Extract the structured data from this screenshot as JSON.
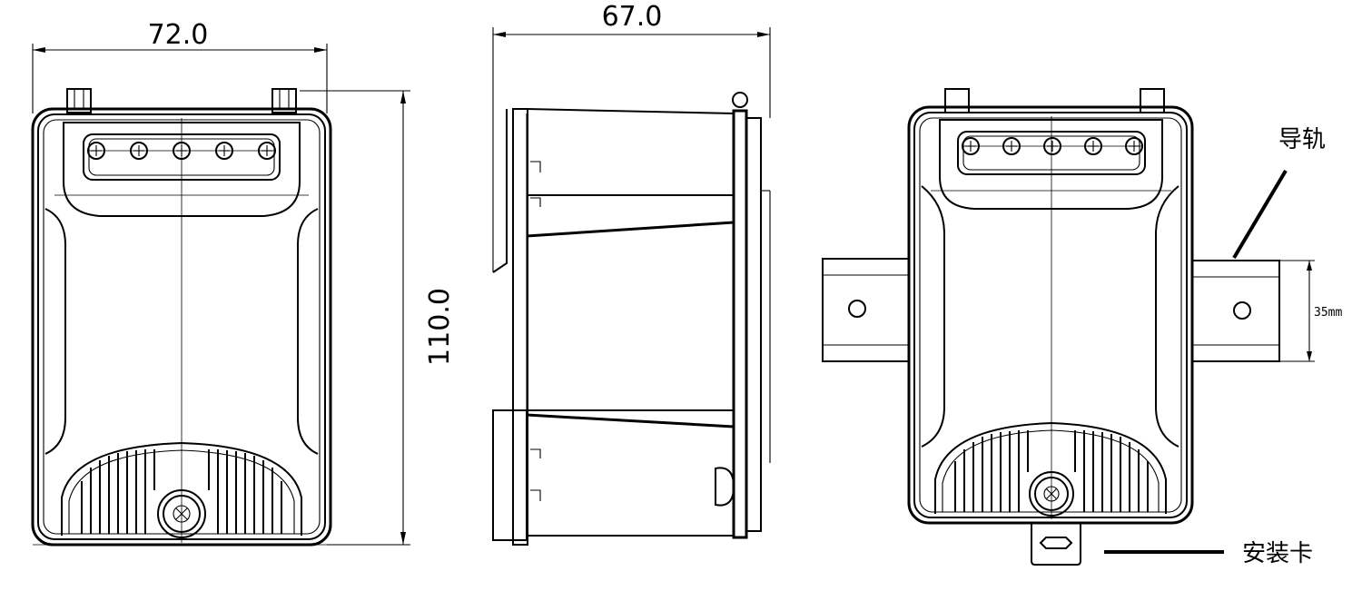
{
  "front_view": {
    "width_dimension": "72.0",
    "height_dimension": "110.0"
  },
  "side_view": {
    "depth_dimension": "67.0"
  },
  "mounted_view": {
    "rail_label": "导轨",
    "rail_height_dimension": "35mm",
    "clip_label": "安装卡"
  }
}
